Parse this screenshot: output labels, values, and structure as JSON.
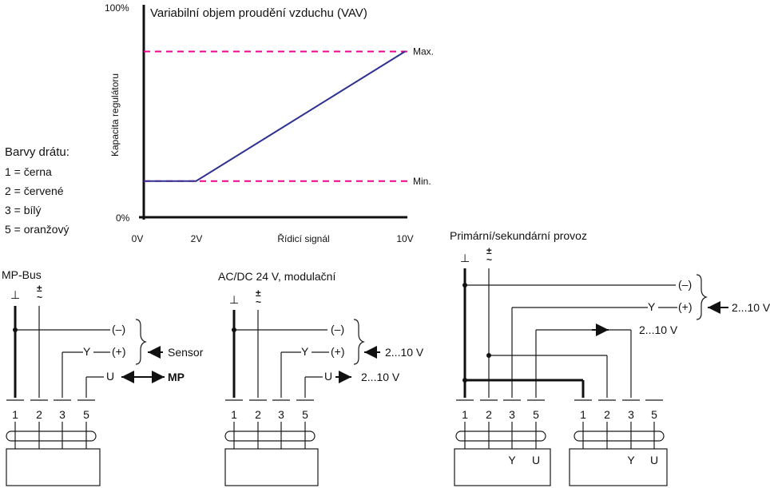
{
  "chart": {
    "title": "Variabilní objem proudění vzduchu (VAV)",
    "ylabel": "Kapacita regulátoru",
    "xlabel": "Řídicí signál",
    "y_top": "100%",
    "y_bottom": "0%",
    "x_ticks": [
      "0V",
      "2V",
      "10V"
    ],
    "max_label": "Max.",
    "min_label": "Min.",
    "line_color": "#2e3192",
    "limit_color": "#ec008c"
  },
  "chart_data": {
    "type": "line",
    "title": "Variabilní objem proudění vzduchu (VAV)",
    "xlabel": "Řídicí signál",
    "ylabel": "Kapacita regulátoru",
    "x": [
      0,
      2,
      10
    ],
    "y": [
      17,
      17,
      78
    ],
    "xlim": [
      0,
      10
    ],
    "ylim": [
      0,
      100
    ],
    "min_level": 17,
    "max_level": 78,
    "legend": "none",
    "grid": false
  },
  "legend_wires": {
    "heading": "Barvy drátu:",
    "items": [
      "1 = černa",
      "2 = červené",
      "3 = bílý",
      "5 = oranžový"
    ]
  },
  "diagram_mp": {
    "title": "MP-Bus",
    "sym_minus": "⊥",
    "sym_plus": "±",
    "sym_tilde": "~",
    "minus_label": "(–)",
    "plus_label": "(+)",
    "y_label": "Y",
    "u_label": "U",
    "sensor_label": "Sensor",
    "mp_label": "MP",
    "terminals": [
      "1",
      "2",
      "3",
      "5"
    ]
  },
  "diagram_ac": {
    "title": "AC/DC 24 V, modulační",
    "minus_label": "(–)",
    "plus_label": "(+)",
    "y_label": "Y",
    "u_label": "U",
    "in_label": "2...10 V",
    "out_label": "2...10 V",
    "terminals": [
      "1",
      "2",
      "3",
      "5"
    ]
  },
  "diagram_ps": {
    "title": "Primární/sekundární provoz",
    "minus_label": "(–)",
    "plus_label": "(+)",
    "y_label": "Y",
    "in_label": "2...10 V",
    "mid_label": "2...10 V",
    "terminals_a": [
      "1",
      "2",
      "3",
      "5"
    ],
    "terminals_b": [
      "1",
      "2",
      "3",
      "5"
    ],
    "box_a_labels": [
      "Y",
      "U"
    ],
    "box_b_labels": [
      "Y",
      "U"
    ]
  }
}
